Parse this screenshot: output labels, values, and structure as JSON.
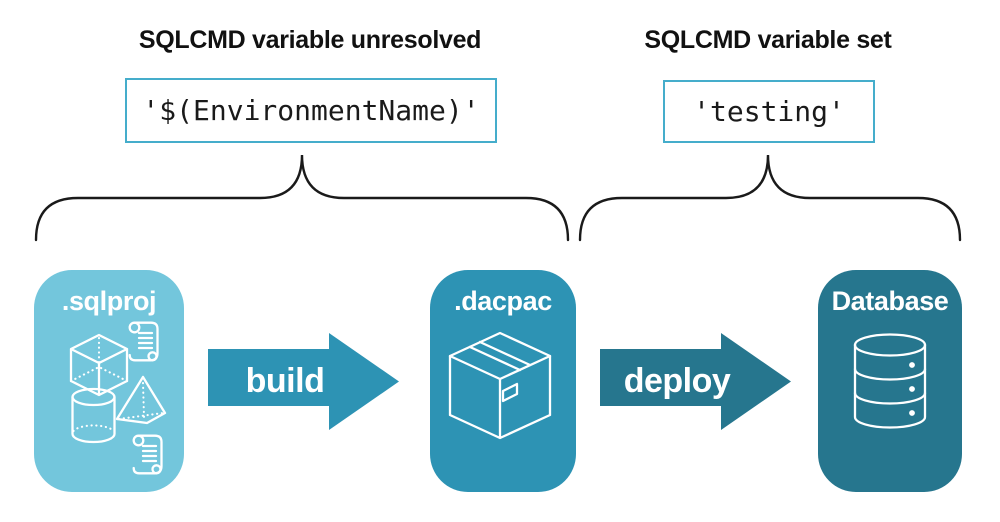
{
  "titles": {
    "left": "SQLCMD variable unresolved",
    "right": "SQLCMD variable set"
  },
  "code": {
    "unresolved": "'$(EnvironmentName)'",
    "set": "'testing'"
  },
  "nodes": {
    "sqlproj": {
      "label": ".sqlproj",
      "color": "#73C6DC",
      "icons": [
        "cube-icon",
        "scroll-icon",
        "pyramid-icon",
        "cylinder-icon",
        "scroll-icon"
      ]
    },
    "dacpac": {
      "label": ".dacpac",
      "color": "#2D93B4",
      "icons": [
        "package-icon"
      ]
    },
    "database": {
      "label": "Database",
      "color": "#26768E",
      "icons": [
        "database-icon"
      ]
    }
  },
  "arrows": {
    "build": {
      "label": "build",
      "color": "#2D93B4"
    },
    "deploy": {
      "label": "deploy",
      "color": "#26768E"
    }
  },
  "colors": {
    "code_box_border": "#45ADCB",
    "brace_stroke": "#1A1A1A",
    "heading_text": "#111111",
    "icon_stroke": "#FFFFFF",
    "background": "#FFFFFF"
  }
}
